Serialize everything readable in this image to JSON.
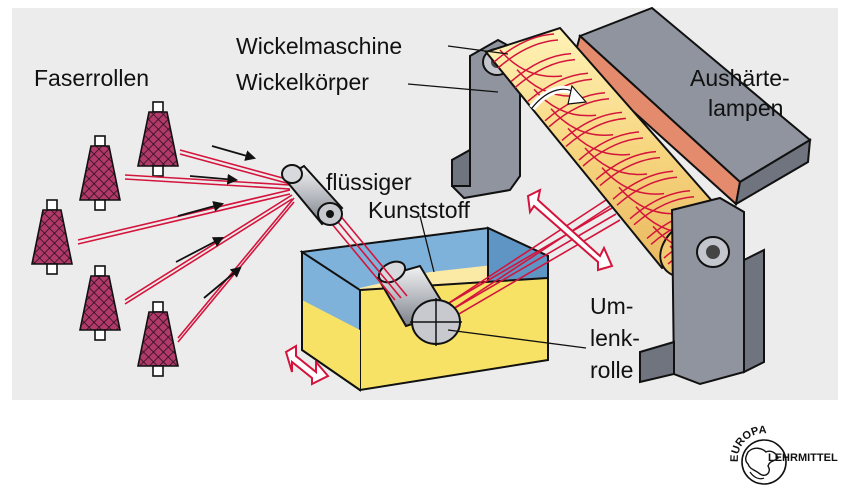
{
  "labels": {
    "fiber_rolls": "Faserrollen",
    "winding_machine": "Wickelmaschine",
    "winding_body": "Wickelkörper",
    "curing_lamps_1": "Aushärte-",
    "curing_lamps_2": "lampen",
    "liquid_resin_1": "flüssiger",
    "liquid_resin_2": "Kunststoff",
    "deflection_roller_1": "Um-",
    "deflection_roller_2": "lenk-",
    "deflection_roller_3": "rolle"
  },
  "logo": {
    "top_text": "EUROPA",
    "right_text": "LEHRMITTEL"
  },
  "colors": {
    "panel": "#ececec",
    "fiber": "#d4143c",
    "spool": "#b23a6b",
    "machine": "#8f949e",
    "tank_blue": "#7fb2da",
    "resin_yellow": "#f7e266",
    "lamp": "#e48b6d"
  }
}
